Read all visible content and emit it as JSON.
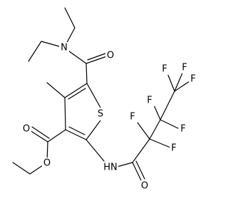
{
  "molecule": {
    "atom_labels": {
      "N_amide": "N",
      "O_amide": "O",
      "S_ring": "S",
      "O_ester_carbonyl": "O",
      "O_ester": "O",
      "N_H": "HN",
      "O_acyl": "O",
      "F1": "F",
      "F2": "F",
      "F3": "F",
      "F4": "F",
      "F5": "F",
      "F6": "F",
      "F7": "F"
    }
  }
}
